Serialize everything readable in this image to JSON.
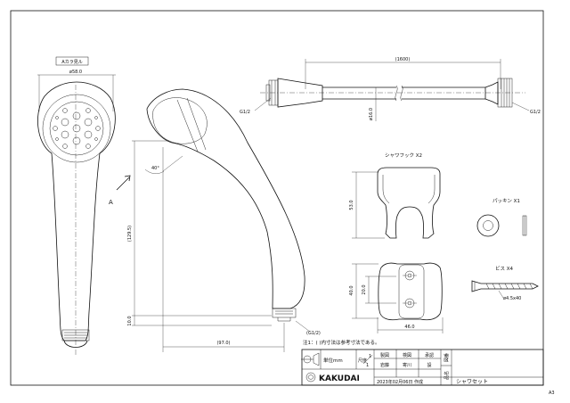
{
  "labels": {
    "view_a": "Aカラ見ル",
    "arrow_a": "A",
    "dia_head": "ø58.0",
    "hose_len": "(1600)",
    "thread_left": "G1/2",
    "thread_right": "G1/2",
    "hose_dia": "ø16.0",
    "angle": "40°",
    "height": "(129.5)",
    "len_97": "(97.0)",
    "thread_shower": "(G1/2)",
    "dim_10": "10.0",
    "hook_title": "シャワフック X2",
    "hook_h": "53.0",
    "packing_title": "パッキン X1",
    "screw_title": "ビス X4",
    "screw_spec": "ø4.5x40",
    "dim_40": "40.0",
    "dim_20": "20.0",
    "dim_46": "46.0",
    "sheet_size": "A3"
  },
  "title_block": {
    "note": "注1：( )内寸法は参考寸法である。",
    "unit_label": "単位mm",
    "scale_label": "尺度",
    "scale_value": "1",
    "scale_value2": "1",
    "h_seizu": "製図",
    "h_kenzu": "検図",
    "h_shonin": "承認",
    "n_seizu": "岩藤",
    "n_kenzu": "寄川",
    "n_shonin": "設",
    "side_zumen": "図番",
    "side_hinmei": "品名",
    "company": "KAKUDAI",
    "date": "2023年02月06日 作成",
    "product_name": "シャワセット"
  }
}
